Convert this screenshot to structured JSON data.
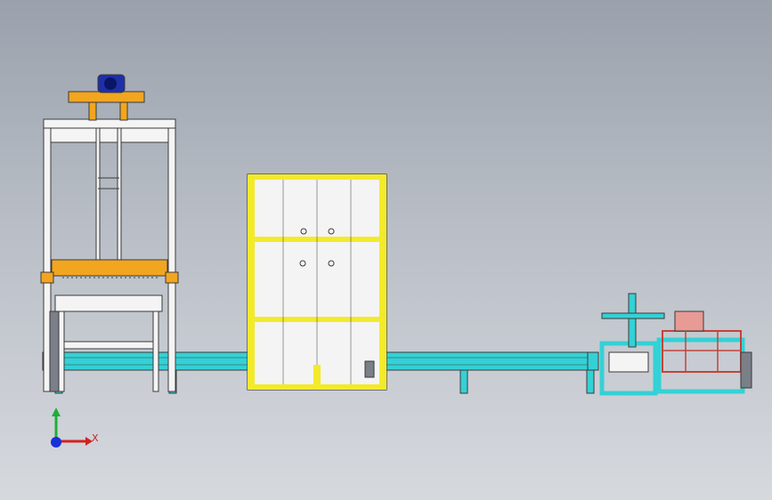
{
  "viewport": {
    "width": 867,
    "height": 562
  },
  "colors": {
    "background_top": "#9aa1ac",
    "background_bottom": "#d6d9de",
    "conveyor": "#34d1d6",
    "frame_white": "#f4f4f4",
    "lift_orange": "#f2a51f",
    "motor_blue": "#1e2fa8",
    "cabinet_yellow": "#f3ea2a",
    "packer_red": "#c0443a",
    "outline": "#3a3a3a",
    "axis_x": "#d22222",
    "axis_y": "#1fae3a",
    "axis_origin": "#1830d8"
  },
  "axis": {
    "x_label": "X"
  },
  "components": [
    {
      "name": "gantry-lift-frame"
    },
    {
      "name": "lift-motor"
    },
    {
      "name": "lift-platform"
    },
    {
      "name": "infeed-conveyor"
    },
    {
      "name": "enclosed-cabinet"
    },
    {
      "name": "outfeed-conveyor"
    },
    {
      "name": "case-packing-station"
    }
  ]
}
